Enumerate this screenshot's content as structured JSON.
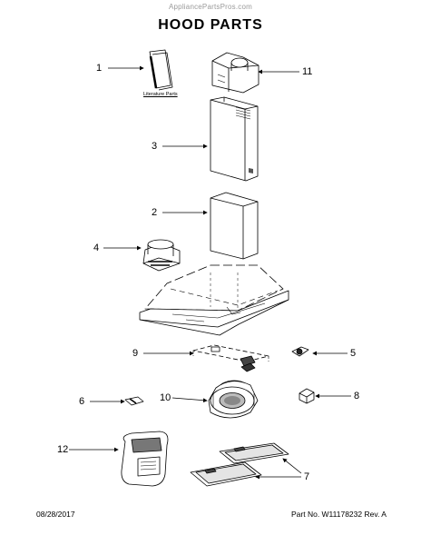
{
  "watermark": "AppliancePartsPros.com",
  "title": "HOOD PARTS",
  "literature_label": "Literature Parts",
  "callouts": {
    "c1": "1",
    "c2": "2",
    "c3": "3",
    "c4": "4",
    "c5": "5",
    "c6": "6",
    "c7": "7",
    "c8": "8",
    "c9": "9",
    "c10": "10",
    "c11": "11",
    "c12": "12"
  },
  "footer": {
    "date": "08/28/2017",
    "part_no": "Part No. W11178232 Rev. A"
  }
}
